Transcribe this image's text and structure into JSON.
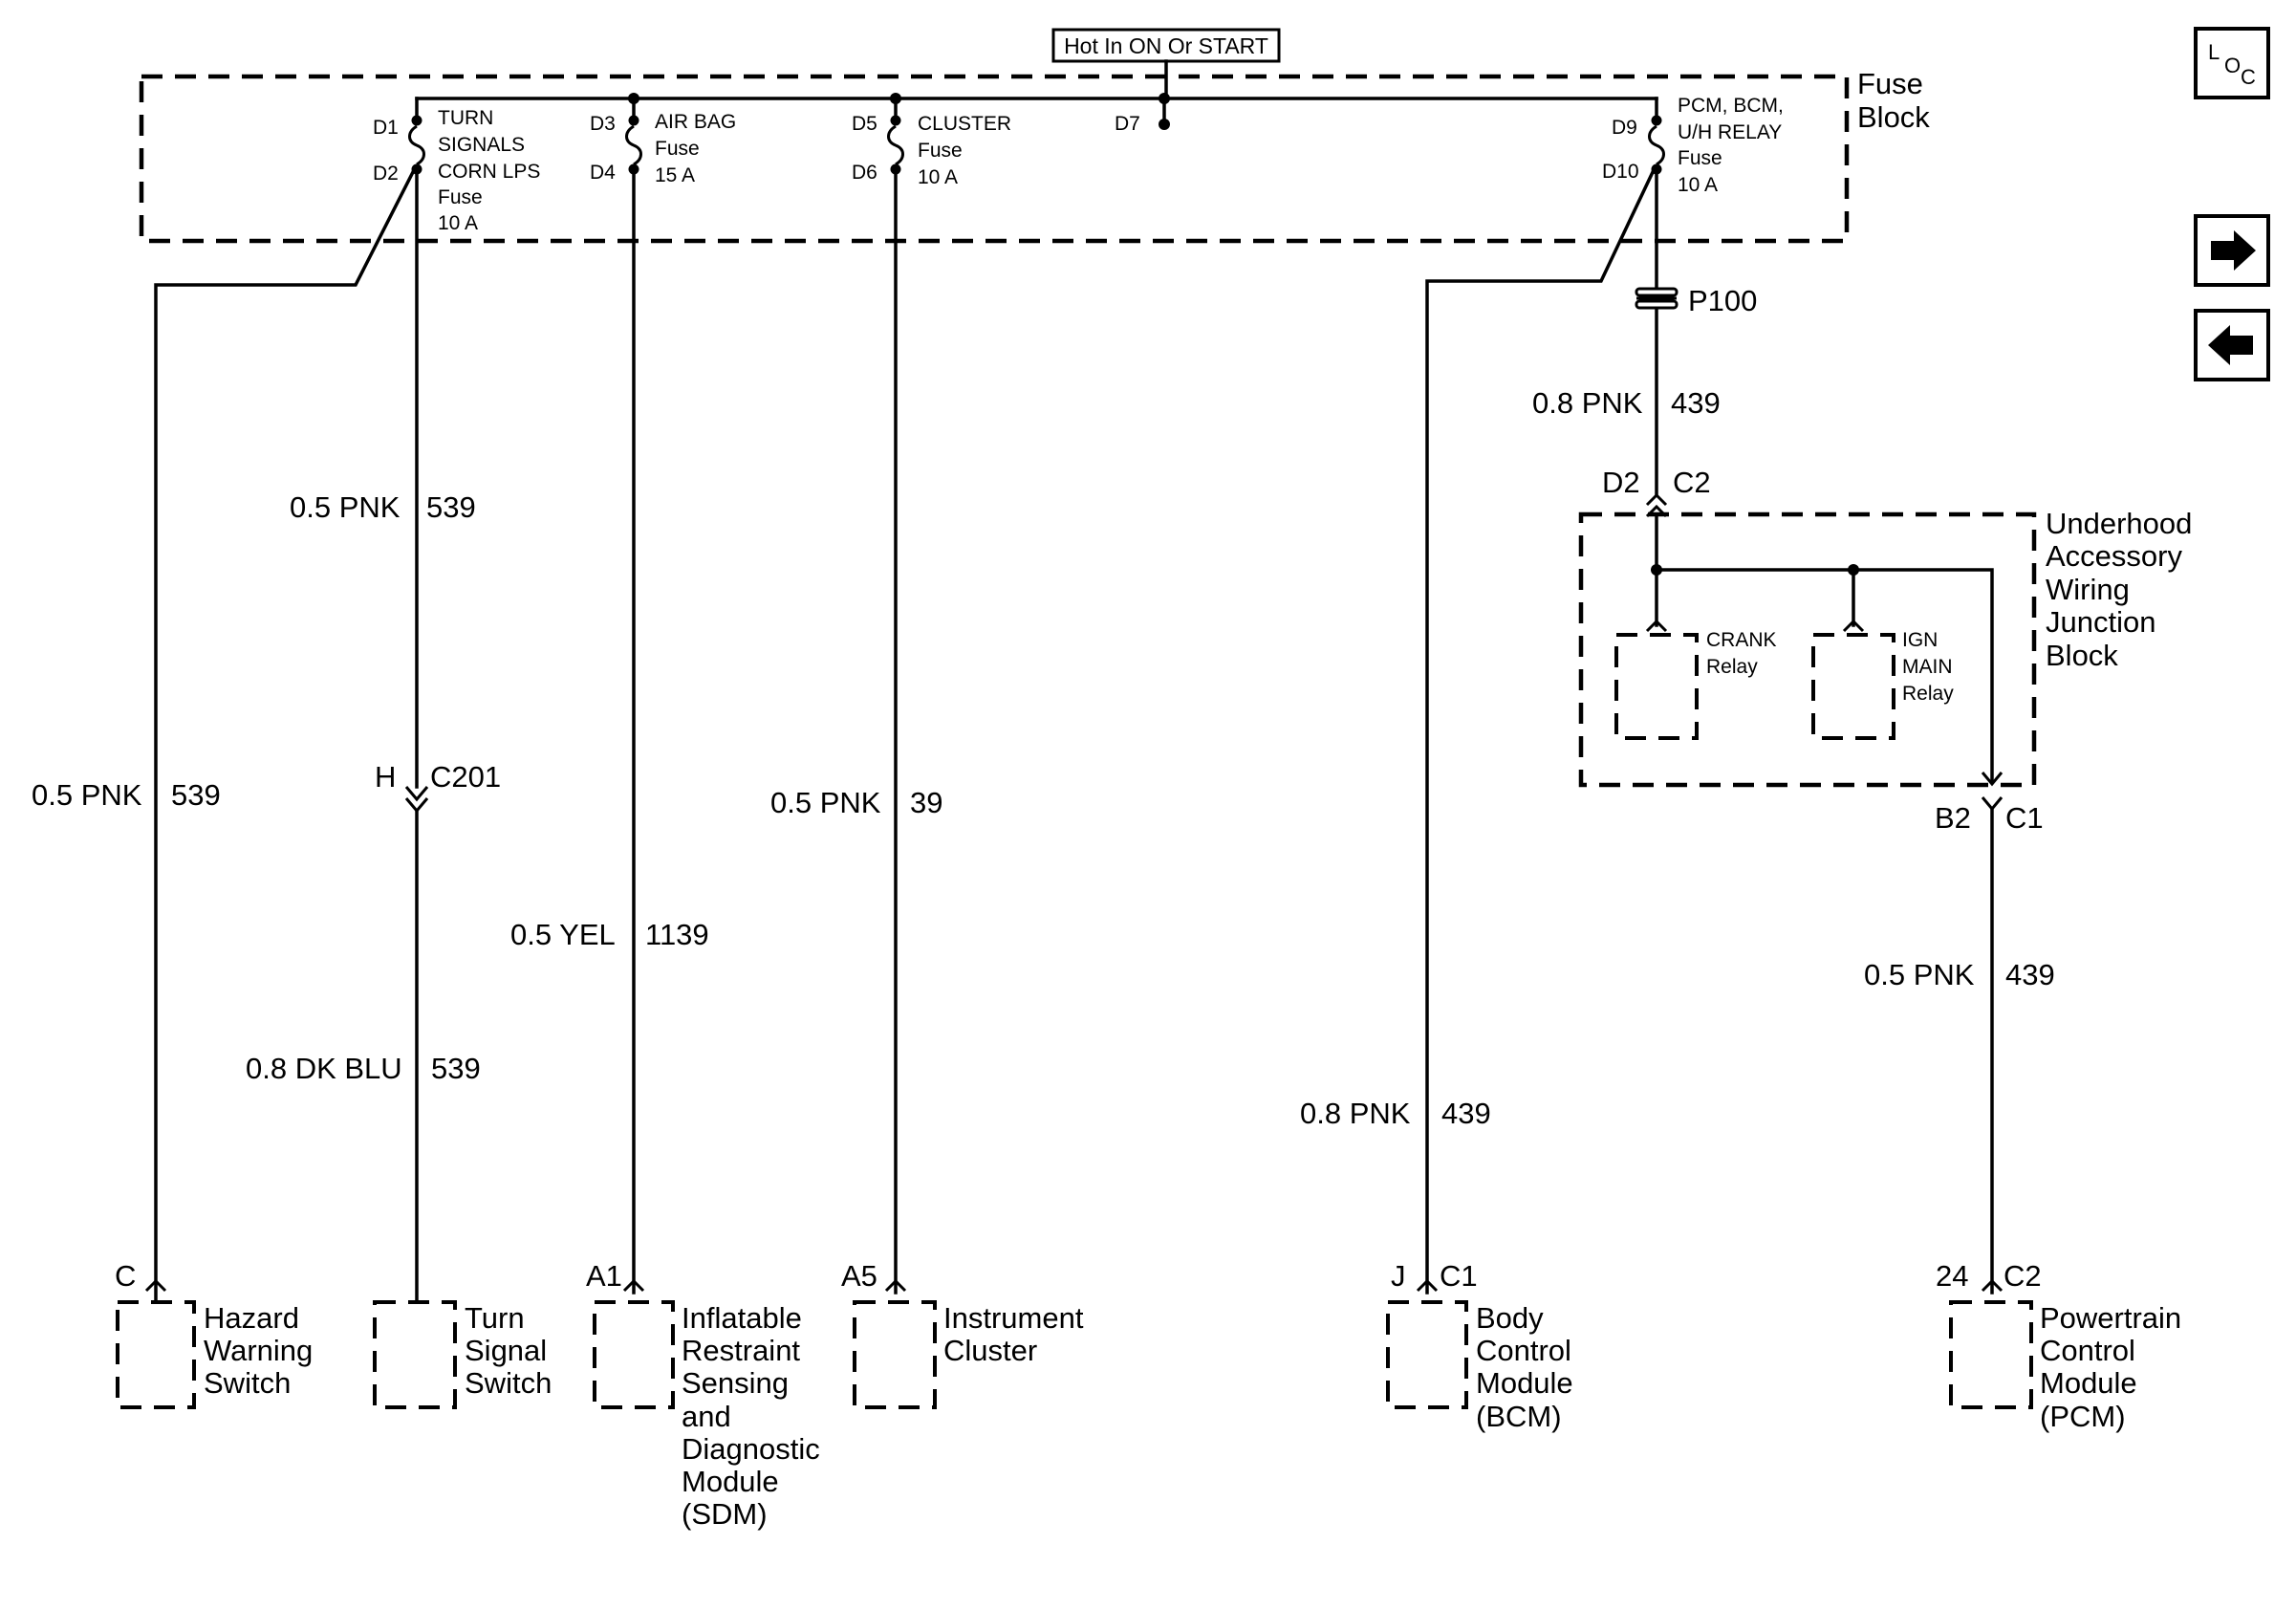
{
  "header": {
    "title": "Hot In ON Or START"
  },
  "nav": {
    "loc_letters": [
      "L",
      "O",
      "C"
    ],
    "next_icon": "arrow-right-icon",
    "prev_icon": "arrow-left-icon"
  },
  "fuse_block": {
    "label": [
      "Fuse",
      "Block"
    ],
    "fuses": [
      {
        "in_pin": "D1",
        "out_pin": "D2",
        "name": [
          "TURN",
          "SIGNALS",
          "CORN LPS",
          "Fuse",
          "10 A"
        ]
      },
      {
        "in_pin": "D3",
        "out_pin": "D4",
        "name": [
          "AIR BAG",
          "Fuse",
          "15 A"
        ]
      },
      {
        "in_pin": "D5",
        "out_pin": "D6",
        "name": [
          "CLUSTER",
          "Fuse",
          "10 A"
        ]
      },
      {
        "in_pin": "D9",
        "out_pin": "D10",
        "name": [
          "PCM, BCM,",
          "U/H RELAY",
          "Fuse",
          "10 A"
        ]
      }
    ],
    "extra_pin": "D7"
  },
  "splice": {
    "name": "P100"
  },
  "junction_block": {
    "label": [
      "Underhood",
      "Accessory",
      "Wiring",
      "Junction",
      "Block"
    ],
    "in_pin": "D2",
    "in_conn": "C2",
    "out_pin": "B2",
    "out_conn": "C1",
    "relays": [
      {
        "name": [
          "CRANK",
          "Relay"
        ]
      },
      {
        "name": [
          "IGN",
          "MAIN",
          "Relay"
        ]
      }
    ]
  },
  "connector_c201": {
    "pin": "H",
    "conn": "C201"
  },
  "wires": [
    {
      "gauge_color": "0.5 PNK",
      "circuit": "539"
    },
    {
      "gauge_color": "0.5 PNK",
      "circuit": "539"
    },
    {
      "gauge_color": "0.8 DK BLU",
      "circuit": "539"
    },
    {
      "gauge_color": "0.5 YEL",
      "circuit": "1139"
    },
    {
      "gauge_color": "0.5 PNK",
      "circuit": "39"
    },
    {
      "gauge_color": "0.8 PNK",
      "circuit": "439"
    },
    {
      "gauge_color": "0.8 PNK",
      "circuit": "439"
    },
    {
      "gauge_color": "0.5 PNK",
      "circuit": "439"
    }
  ],
  "components": [
    {
      "pin": "C",
      "conn": "",
      "name": [
        "Hazard",
        "Warning",
        "Switch"
      ]
    },
    {
      "pin": "",
      "conn": "",
      "name": [
        "Turn",
        "Signal",
        "Switch"
      ]
    },
    {
      "pin": "A1",
      "conn": "",
      "name": [
        "Inflatable",
        "Restraint",
        "Sensing",
        "and",
        "Diagnostic",
        "Module",
        "(SDM)"
      ]
    },
    {
      "pin": "A5",
      "conn": "",
      "name": [
        "Instrument",
        "Cluster"
      ]
    },
    {
      "pin": "J",
      "conn": "C1",
      "name": [
        "Body",
        "Control",
        "Module",
        "(BCM)"
      ]
    },
    {
      "pin": "24",
      "conn": "C2",
      "name": [
        "Powertrain",
        "Control",
        "Module",
        "(PCM)"
      ]
    }
  ]
}
